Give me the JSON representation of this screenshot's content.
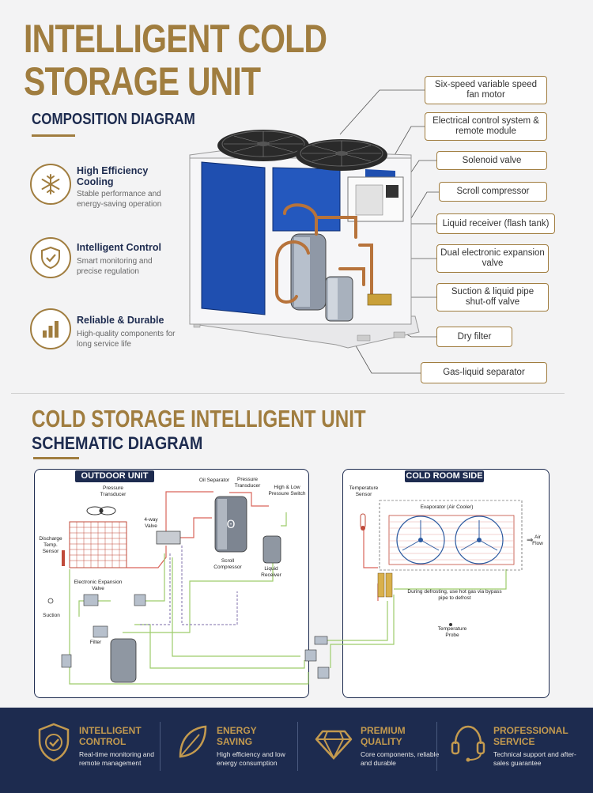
{
  "header": {
    "title_line1": "INTELLIGENT COLD",
    "title_line2": "STORAGE UNIT",
    "subtitle": "COMPOSITION DIAGRAM"
  },
  "features": [
    {
      "icon": "snowflake-icon",
      "title": "High Efficiency Cooling",
      "desc": "Stable performance and energy-saving operation"
    },
    {
      "icon": "shield-check-icon",
      "title": "Intelligent Control",
      "desc": "Smart monitoring and precise regulation"
    },
    {
      "icon": "bar-chart-icon",
      "title": "Reliable & Durable",
      "desc": "High-quality components for long service life"
    }
  ],
  "callouts": [
    "Six-speed variable speed fan motor",
    "Electrical control system & remote module",
    "Solenoid valve",
    "Scroll compressor",
    "Liquid receiver (flash tank)",
    "Dual electronic expansion valve",
    "Suction & liquid pipe shut-off valve",
    "Dry filter",
    "Gas-liquid separator"
  ],
  "schematic": {
    "title": "COLD STORAGE INTELLIGENT UNIT",
    "subtitle": "SCHEMATIC DIAGRAM",
    "outdoor_tag": "OUTDOOR UNIT",
    "cold_tag": "COLD ROOM SIDE",
    "outdoor_labels": {
      "pressure_transducer": "Pressure Transducer",
      "oil_separator": "Oil Separator",
      "pressure_transducer_2": "Pressure Transducer",
      "hl_switch": "High & Low Pressure Switch",
      "four_way": "4-way Valve",
      "discharge": "Discharge Temp. Sensor",
      "scroll": "Scroll Compressor",
      "receiver": "Liquid Receiver",
      "eev": "Electronic Expansion Valve",
      "suction": "Suction",
      "filter": "Filter"
    },
    "cold_labels": {
      "temp_sensor": "Temperature Sensor",
      "evaporator": "Evaporator (Air Cooler)",
      "airflow": "Air Flow",
      "defrost": "During defrosting, use hot gas via bypass pipe to defrost",
      "probe": "Temperature Probe"
    }
  },
  "footer": [
    {
      "icon": "shield-check-icon",
      "title": "INTELLIGENT CONTROL",
      "desc": "Real-time monitoring and remote management"
    },
    {
      "icon": "leaf-icon",
      "title": "ENERGY SAVING",
      "desc": "High efficiency and low energy consumption"
    },
    {
      "icon": "diamond-icon",
      "title": "PREMIUM QUALITY",
      "desc": "Core components, reliable and durable"
    },
    {
      "icon": "headset-icon",
      "title": "PROFESSIONAL SERVICE",
      "desc": "Technical support and after-sales guarantee"
    }
  ],
  "colors": {
    "gold": "#a07d3f",
    "navy": "#1d2b4f",
    "panel_blue": "#1f4fb0"
  }
}
